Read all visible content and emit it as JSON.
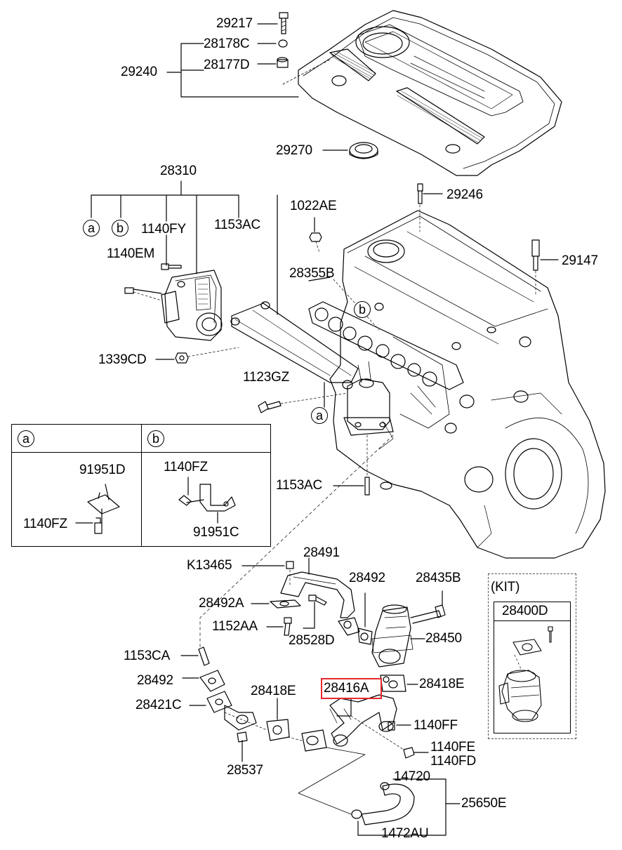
{
  "diagram": {
    "parts": {
      "p29217": "29217",
      "p28178C": "28178C",
      "p29240": "29240",
      "p28177D": "28177D",
      "p29270": "29270",
      "p28310": "28310",
      "p1022AE": "1022AE",
      "p29246": "29246",
      "p1140FY": "1140FY",
      "p1153AC_top": "1153AC",
      "p1140EM": "1140EM",
      "p28355B": "28355B",
      "p29147": "29147",
      "p1339CD": "1339CD",
      "p1123GZ": "1123GZ",
      "p1153AC_mid": "1153AC",
      "p91951D": "91951D",
      "p1140FZ_a": "1140FZ",
      "p1140FZ_b": "1140FZ",
      "p91951C": "91951C",
      "pK13465": "K13465",
      "p28491": "28491",
      "p28492_top": "28492",
      "p28435B": "28435B",
      "p28492A": "28492A",
      "p1152AA": "1152AA",
      "p28528D": "28528D",
      "p28450": "28450",
      "p1153CA": "1153CA",
      "p28492_left": "28492",
      "p28418E_right": "28418E",
      "p28416A": "28416A",
      "p28421C": "28421C",
      "p28418E_left": "28418E",
      "p1140FF": "1140FF",
      "p1140FE": "1140FE",
      "p1140FD": "1140FD",
      "p28537": "28537",
      "p14720": "14720",
      "p25650E": "25650E",
      "p1472AU": "1472AU",
      "p28400D": "28400D"
    },
    "callouts": {
      "a": "a",
      "b": "b"
    },
    "kit_label": "(KIT)",
    "highlight_color": "#e8262b"
  }
}
